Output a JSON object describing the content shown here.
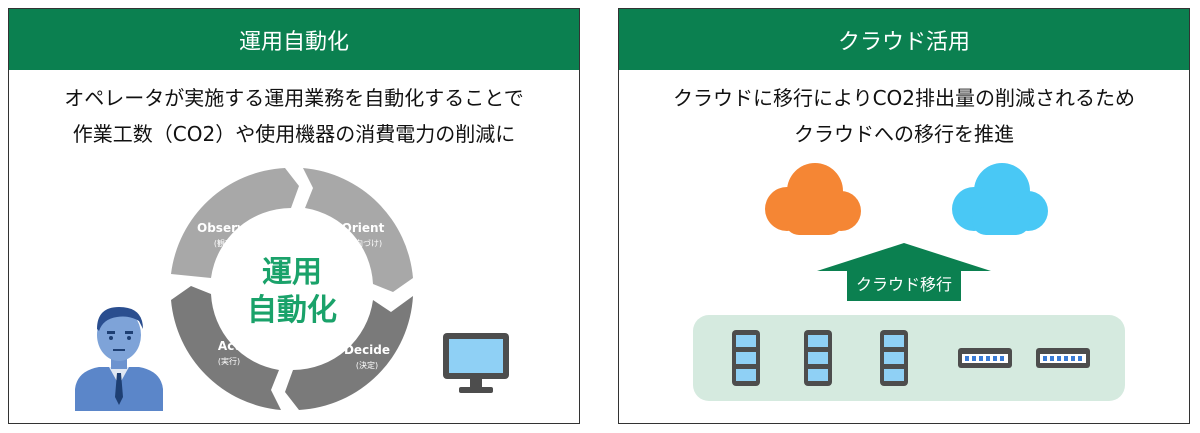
{
  "left_panel": {
    "title": "運用自動化",
    "desc_line1": "オペレータが実施する運用業務を自動化することで",
    "desc_line2": "作業工数（CO2）や使用機器の消費電力の削減に",
    "cycle": {
      "center_line1": "運用",
      "center_line2": "自動化",
      "segments": [
        {
          "name": "Observe",
          "sub": "(観察)"
        },
        {
          "name": "Orient",
          "sub": "(方向づけ)"
        },
        {
          "name": "Decide",
          "sub": "(決定)"
        },
        {
          "name": "Act",
          "sub": "(実行)"
        }
      ]
    }
  },
  "right_panel": {
    "title": "クラウド活用",
    "desc_line1": "クラウドに移行によりCO2排出量の削減されるため",
    "desc_line2": "クラウドへの移行を推進",
    "arrow_label": "クラウド移行"
  },
  "colors": {
    "header_green": "#0b8050",
    "center_text_green": "#1aa26a",
    "cloud_orange": "#f58634",
    "cloud_blue": "#49c8f5",
    "arrow_green": "#0b8050",
    "server_area_bg": "#d5eadf",
    "ring_dark": "#7a7a7a",
    "ring_light": "#a8a8a8"
  }
}
